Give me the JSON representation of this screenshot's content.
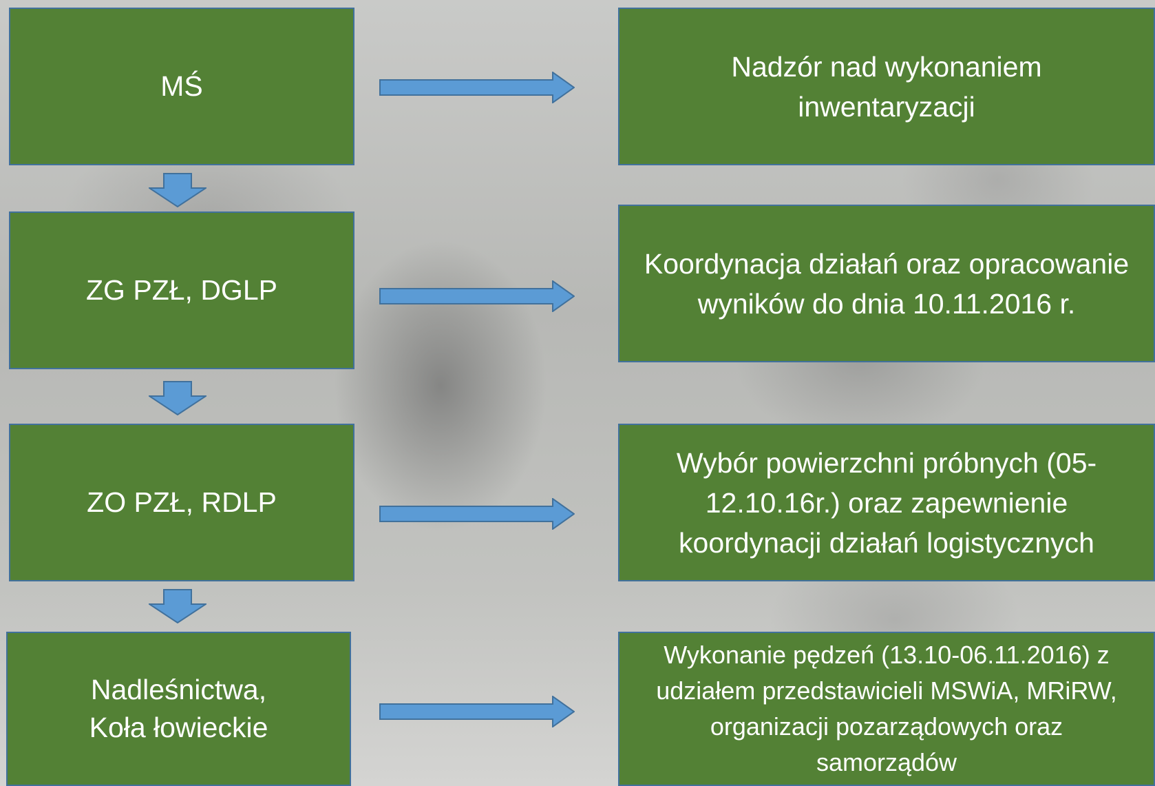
{
  "diagram": {
    "left_boxes": [
      {
        "label": "MŚ"
      },
      {
        "label": "ZG PZŁ, DGLP"
      },
      {
        "label": "ZO PZŁ, RDLP"
      },
      {
        "label": "Nadleśnictwa,\nKoła łowieckie"
      }
    ],
    "right_boxes": [
      {
        "label": "Nadzór nad wykonaniem\ninwentaryzacji"
      },
      {
        "label": "Koordynacja działań oraz opracowanie\nwyników do dnia 10.11.2016 r."
      },
      {
        "label": "Wybór powierzchni próbnych (05-\n12.10.16r.) oraz zapewnienie\nkoordynacji działań logistycznych"
      },
      {
        "label": "Wykonanie pędzeń (13.10-06.11.2016) z\nudziałem przedstawicieli MSWiA, MRiRW,\norganizacji pozarządowych oraz\nsamorządów"
      }
    ],
    "colors": {
      "box_fill": "#538135",
      "box_border": "#41719c",
      "arrow_fill": "#5b9bd5",
      "arrow_border": "#41719c",
      "text": "#ffffff"
    }
  }
}
